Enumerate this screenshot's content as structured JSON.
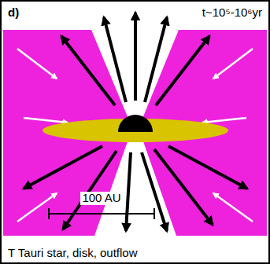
{
  "diagram": {
    "caption": "T Tauri star, disk, outflow",
    "labels": [
      "d)",
      "t~10⁵-10⁶yr",
      "100 AU"
    ]
  }
}
